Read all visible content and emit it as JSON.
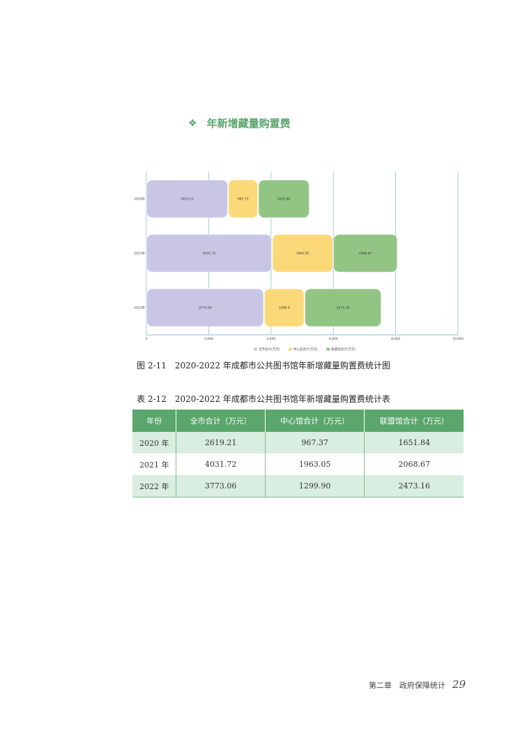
{
  "section": {
    "bullet": "❖",
    "title": "年新增藏量购置费"
  },
  "chart_data": {
    "type": "bar",
    "orientation": "horizontal",
    "stacked": true,
    "categories": [
      "2020年",
      "2021年",
      "2022年"
    ],
    "series": [
      {
        "name": "全市合计(万元)",
        "values": [
          2619.21,
          4031.72,
          3773.06
        ],
        "color": "#c8c6e4"
      },
      {
        "name": "中心馆合计(万元)",
        "values": [
          967.37,
          1963.05,
          1299.9
        ],
        "color": "#fbd978"
      },
      {
        "name": "联盟馆合计(万元)",
        "values": [
          1651.84,
          2068.67,
          2473.16
        ],
        "color": "#92c584"
      }
    ],
    "value_labels": [
      [
        "2619.21",
        "967.37",
        "1651.84"
      ],
      [
        "4031.72",
        "1963.05",
        "2068.67"
      ],
      [
        "3773.06",
        "1299.9",
        "2473.16"
      ]
    ],
    "xlim": [
      0,
      10000
    ],
    "xticks": [
      0,
      2000,
      4000,
      6000,
      8000,
      10000
    ],
    "xtick_labels": [
      "0",
      "2,000",
      "4,000",
      "6,000",
      "8,000",
      "10,000"
    ],
    "grid": true,
    "legend_position": "bottom"
  },
  "figure_caption": {
    "number": "图 2-11",
    "text": "2020-2022 年成都市公共图书馆年新增藏量购置费统计图"
  },
  "table_caption": {
    "number": "表 2-12",
    "text": "2020-2022 年成都市公共图书馆年新增藏量购置费统计表"
  },
  "table": {
    "headers": [
      "年份",
      "全市合计（万元）",
      "中心馆合计（万元）",
      "联盟馆合计（万元）"
    ],
    "rows": [
      [
        "2020 年",
        "2619.21",
        "967.37",
        "1651.84"
      ],
      [
        "2021 年",
        "4031.72",
        "1963.05",
        "2068.67"
      ],
      [
        "2022 年",
        "3773.06",
        "1299.90",
        "2473.16"
      ]
    ]
  },
  "footer": {
    "chapter": "第二章　政府保障统计",
    "page": "29"
  }
}
